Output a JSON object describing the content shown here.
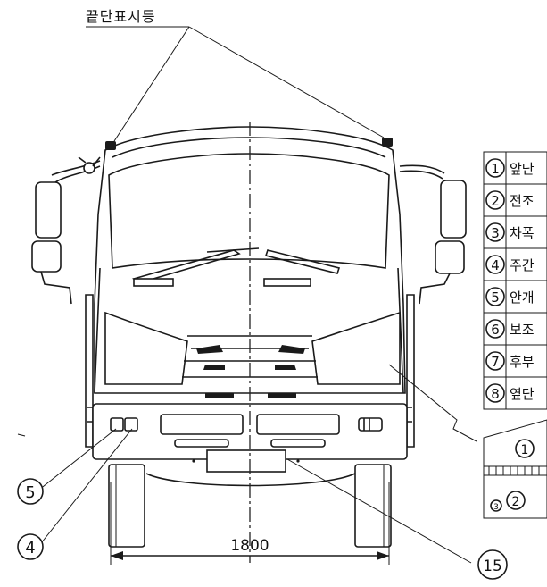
{
  "top_label": "끝단표시등",
  "dimension": "1800",
  "callouts": {
    "c5": "5",
    "c4": "4",
    "c15": "15"
  },
  "legend": {
    "rows": [
      {
        "num": "1",
        "text": "앞단"
      },
      {
        "num": "2",
        "text": "전조"
      },
      {
        "num": "3",
        "text": "차폭"
      },
      {
        "num": "4",
        "text": "주간"
      },
      {
        "num": "5",
        "text": "안개"
      },
      {
        "num": "6",
        "text": "보조"
      },
      {
        "num": "7",
        "text": "후부"
      },
      {
        "num": "8",
        "text": "옆단"
      }
    ]
  },
  "detail": {
    "n1": "1",
    "n2": "2",
    "n3": "3"
  }
}
